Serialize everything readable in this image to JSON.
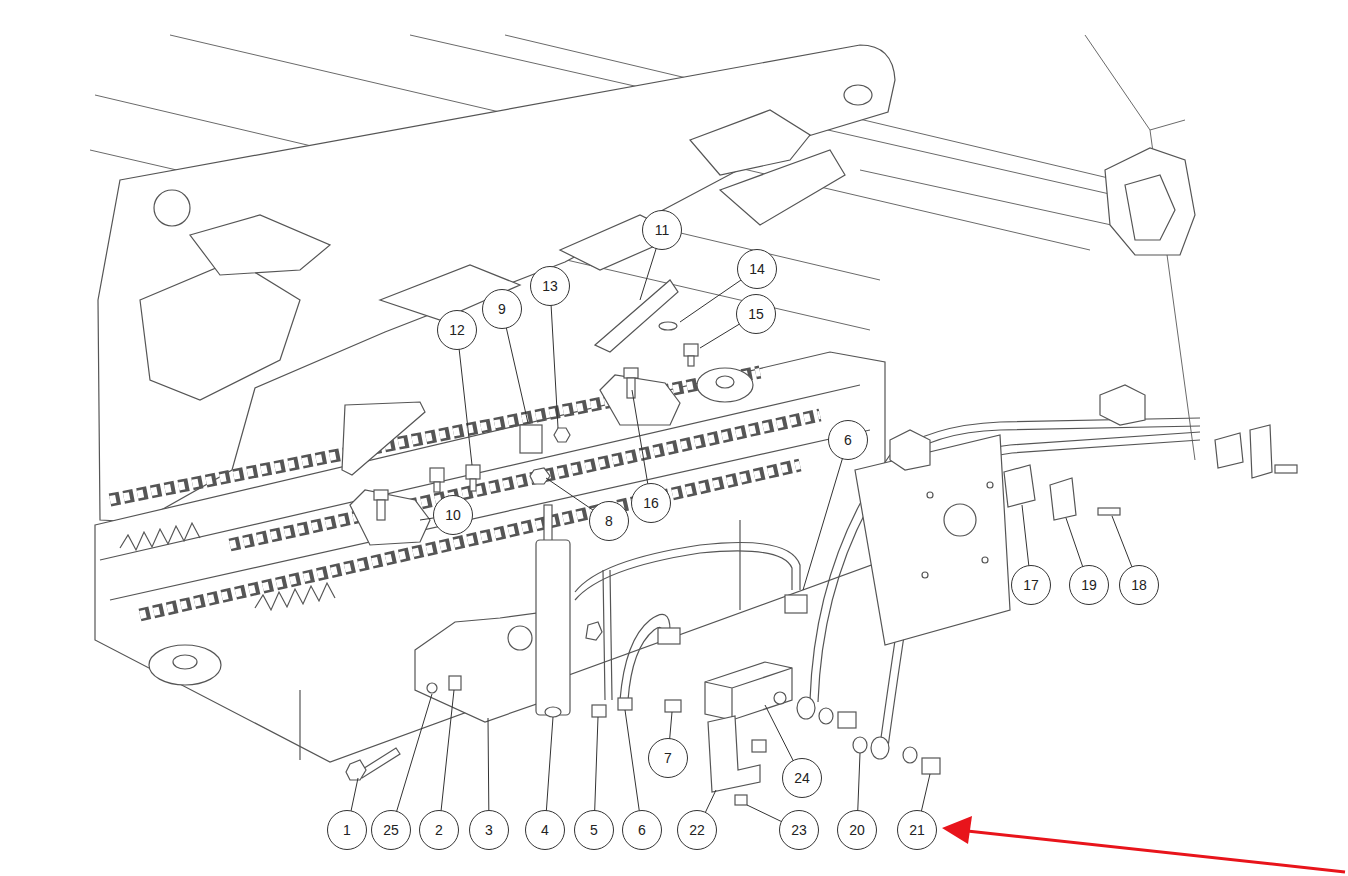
{
  "diagram": {
    "nodes": [
      {
        "text": [
          "11"
        ]
      },
      {
        "text": [
          "14"
        ]
      },
      {
        "text": [
          "13"
        ]
      },
      {
        "text": [
          "9"
        ]
      },
      {
        "text": [
          "15"
        ]
      },
      {
        "text": [
          "12"
        ]
      },
      {
        "text": [
          "6"
        ]
      },
      {
        "text": [
          "16"
        ]
      },
      {
        "text": [
          "10"
        ]
      },
      {
        "text": [
          "8"
        ]
      },
      {
        "text": [
          "17"
        ]
      },
      {
        "text": [
          "19"
        ]
      },
      {
        "text": [
          "18"
        ]
      },
      {
        "text": [
          "7"
        ]
      },
      {
        "text": [
          "24"
        ]
      },
      {
        "text": [
          "1"
        ]
      },
      {
        "text": [
          "25"
        ]
      },
      {
        "text": [
          "2"
        ]
      },
      {
        "text": [
          "3"
        ]
      },
      {
        "text": [
          "4"
        ]
      },
      {
        "text": [
          "5"
        ]
      },
      {
        "text": [
          "6"
        ]
      },
      {
        "text": [
          "22"
        ]
      },
      {
        "text": [
          "23"
        ]
      },
      {
        "text": [
          "20"
        ]
      },
      {
        "text": [
          "21"
        ]
      }
    ]
  }
}
